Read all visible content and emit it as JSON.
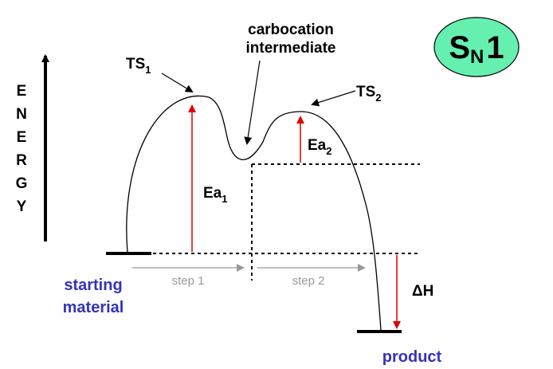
{
  "badge": {
    "main": "S",
    "sub": "N",
    "num": "1",
    "fill": "#66f0b0"
  },
  "axis": {
    "letters": [
      "E",
      "N",
      "E",
      "R",
      "G",
      "Y"
    ]
  },
  "labels": {
    "ts1": {
      "main": "TS",
      "sub": "1"
    },
    "ts2": {
      "main": "TS",
      "sub": "2"
    },
    "intermediate": [
      "carbocation",
      "intermediate"
    ],
    "ea1": {
      "main": "Ea",
      "sub": "1"
    },
    "ea2": {
      "main": "Ea",
      "sub": "2"
    },
    "delta_h": "ΔH",
    "step1": "step 1",
    "step2": "step 2",
    "starting": [
      "starting",
      "material"
    ],
    "product": "product"
  },
  "colors": {
    "arrow_red": "#dd0000",
    "label_blue": "#3333bb",
    "step_grey": "#999999"
  }
}
